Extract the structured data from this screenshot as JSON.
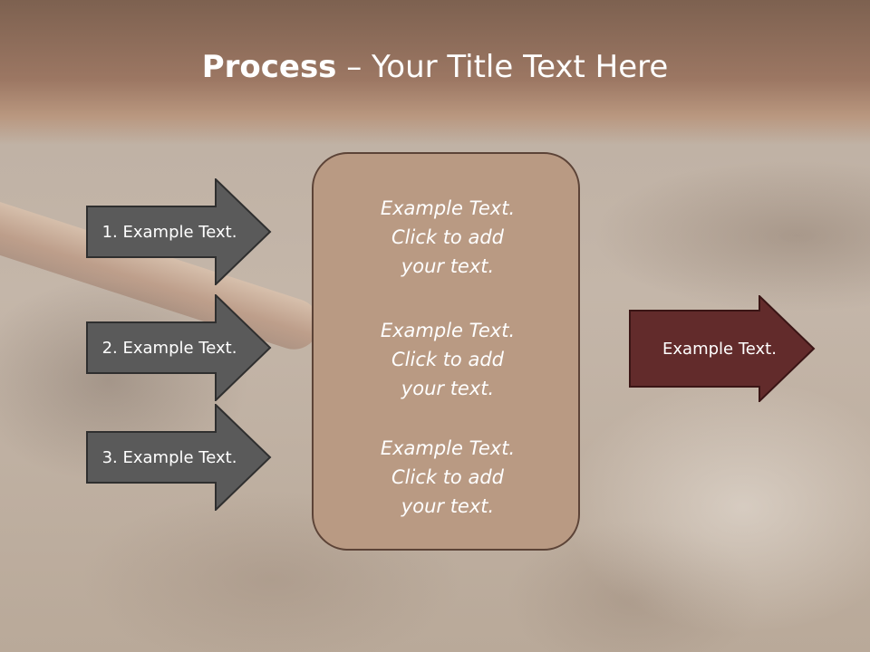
{
  "slide": {
    "title_bold": "Process",
    "title_rest": " – Your Title Text Here"
  },
  "left_arrows": [
    {
      "label": "1. Example Text."
    },
    {
      "label": "2. Example Text."
    },
    {
      "label": "3. Example Text."
    }
  ],
  "center_box": {
    "blocks": [
      {
        "text": "Example Text.\nClick  to add\nyour text."
      },
      {
        "text": "Example Text.\nClick  to add\nyour text."
      },
      {
        "text": "Example Text.\nClick  to add\nyour text."
      }
    ]
  },
  "right_arrow": {
    "label": "Example Text."
  },
  "colors": {
    "left_arrow_fill": "#5a5a5a",
    "left_arrow_stroke": "#2f2f2f",
    "center_fill": "#b99a83",
    "center_stroke": "#5c4337",
    "right_arrow_fill": "#622b2b",
    "right_arrow_stroke": "#3a1515",
    "header_fill": "#8d6b58"
  }
}
